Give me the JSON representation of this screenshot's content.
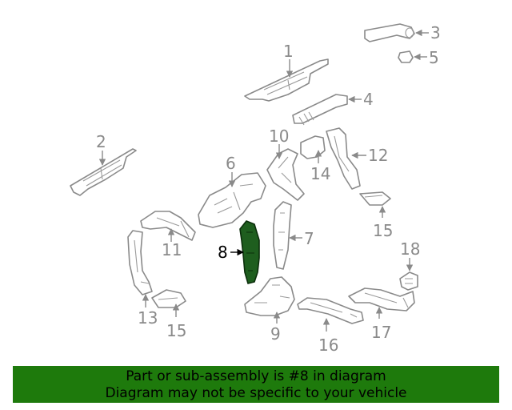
{
  "diagram": {
    "callouts": [
      "1",
      "2",
      "3",
      "4",
      "5",
      "6",
      "7",
      "8",
      "9",
      "10",
      "11",
      "12",
      "13",
      "14",
      "15",
      "15",
      "16",
      "17",
      "18"
    ],
    "highlighted_part": "8",
    "highlight_color": "#1e5e1e",
    "line_color": "#8a8a8a"
  },
  "banner": {
    "line1": "Part or sub-assembly is #8 in diagram",
    "line2": "Diagram may not be specific to your vehicle",
    "color": "#1e7a0c"
  }
}
